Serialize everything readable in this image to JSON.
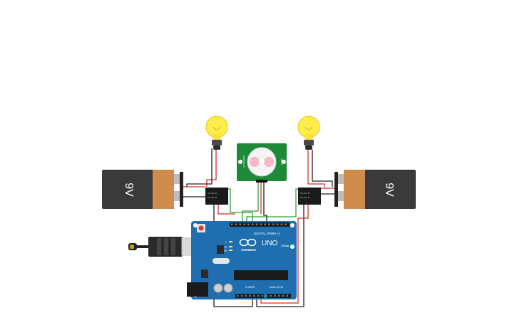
{
  "circuit": {
    "battery_left": {
      "label": "9V"
    },
    "battery_right": {
      "label": "9V"
    },
    "relay_left": {
      "label_line1": "1A-5V-N",
      "label_line2": "1A-5V-N"
    },
    "relay_right": {
      "label_line1": "1A-5V-N",
      "label_line2": "1A-5V-N"
    },
    "pir_sensor": {
      "label_left": "SENSITIVITY",
      "label_right": "DELAY"
    },
    "arduino": {
      "brand": "ARDUINO",
      "model": "UNO",
      "digital_header_label": "DIGITAL (PWM ~)",
      "power_header_label": "POWER",
      "analog_header_label": "ANALOG IN",
      "on_label": "ON",
      "tx_label": "TX",
      "rx_label": "RX",
      "l_label": "L"
    }
  },
  "colors": {
    "wire_red": "#d32f2f",
    "wire_black": "#222222",
    "wire_green": "#2e9e3a",
    "battery_body": "#3a3a3a",
    "battery_cap": "#d08c4a",
    "arduino_board": "#1f6fb0",
    "pir_board": "#1d8a3a",
    "bulb_glass": "#ffee4a"
  }
}
